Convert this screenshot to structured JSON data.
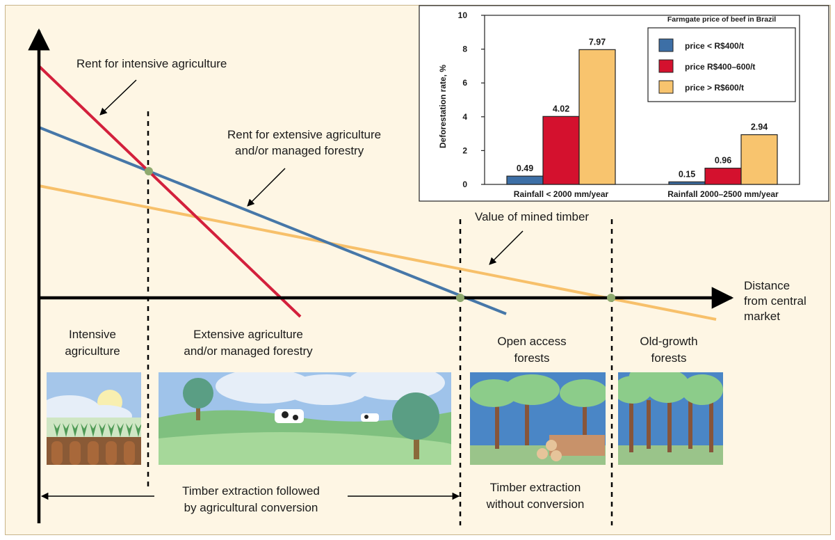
{
  "labels": {
    "rent_intensive": "Rent for intensive agriculture",
    "rent_extensive_1": "Rent for extensive agriculture",
    "rent_extensive_2": "and/or managed forestry",
    "mined_timber": "Value of mined timber",
    "distance_1": "Distance",
    "distance_2": "from central",
    "distance_3": "market"
  },
  "zones": {
    "intensive_1": "Intensive",
    "intensive_2": "agriculture",
    "extensive_1": "Extensive agriculture",
    "extensive_2": "and/or managed forestry",
    "open_1": "Open access",
    "open_2": "forests",
    "old_1": "Old-growth",
    "old_2": "forests"
  },
  "bottom": {
    "conversion_1": "Timber extraction followed",
    "conversion_2": "by agricultural conversion",
    "no_conversion_1": "Timber extraction",
    "no_conversion_2": "without conversion"
  },
  "colors": {
    "intensive_line": "#d3203c",
    "extensive_line": "#4677a8",
    "timber_line": "#f7c06a",
    "intersection": "#8faa6e",
    "bar_low": "#3d6fa6",
    "bar_mid": "#d4112e",
    "bar_high": "#f8c46e"
  },
  "chart_data": {
    "type": "bar",
    "title": "Farmgate price of  beef  in Brazil",
    "ylabel": "Deforestation rate, %",
    "ylim": [
      0,
      10
    ],
    "yticks": [
      "0",
      "2",
      "4",
      "6",
      "8",
      "10"
    ],
    "categories": [
      "Rainfall < 2000 mm/year",
      "Rainfall 2000–2500 mm/year"
    ],
    "series": [
      {
        "name": "price < R$400/t",
        "values": [
          0.49,
          0.15
        ],
        "labels": [
          "0.49",
          "0.15"
        ]
      },
      {
        "name": "price R$400–600/t",
        "values": [
          4.02,
          0.96
        ],
        "labels": [
          "4.02",
          "0.96"
        ]
      },
      {
        "name": "price > R$600/t",
        "values": [
          7.97,
          2.94
        ],
        "labels": [
          "7.97",
          "2.94"
        ]
      }
    ],
    "legend_position": "top-right"
  }
}
